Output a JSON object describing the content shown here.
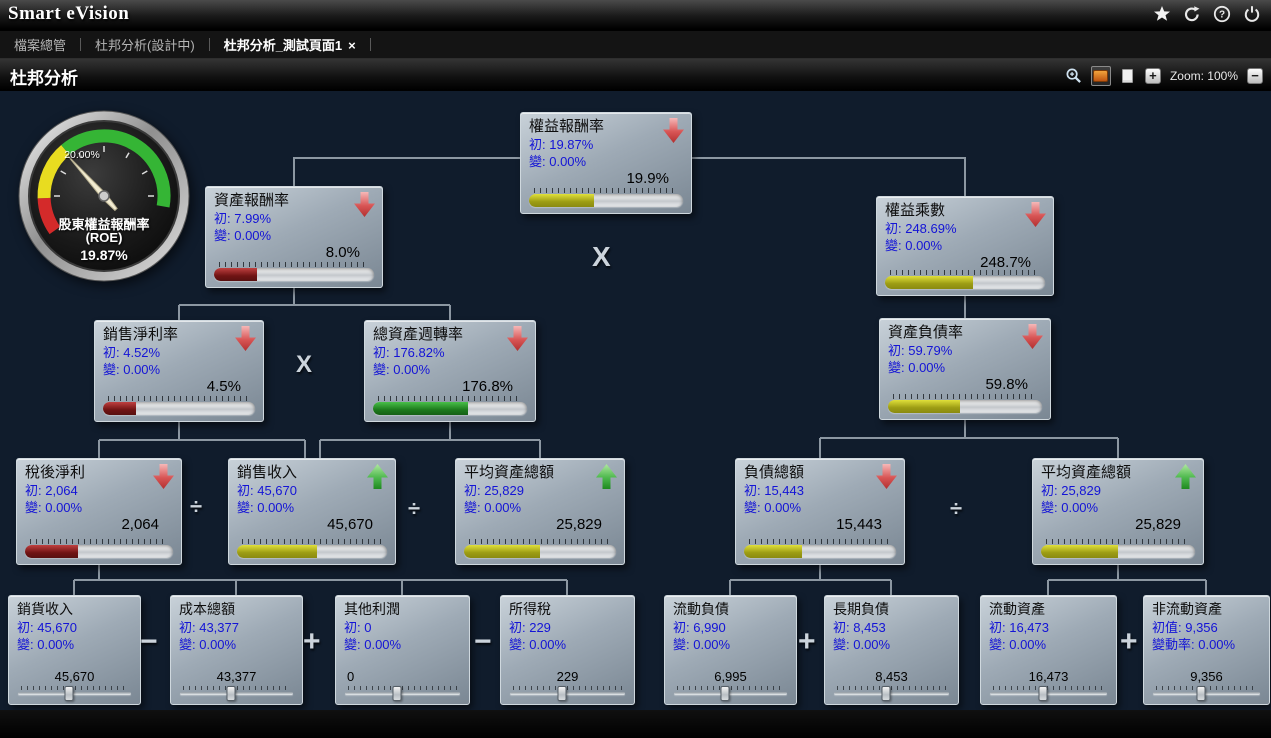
{
  "titlebar": {
    "app_title": "Smart eVision"
  },
  "tabbar": {
    "tabs": [
      {
        "label": "檔案總管"
      },
      {
        "label": "杜邦分析(設計中)"
      },
      {
        "label": "杜邦分析_測試頁面1",
        "close_glyph": "×"
      }
    ]
  },
  "page_header": {
    "title": "杜邦分析",
    "zoom_in": "+",
    "zoom_label": "Zoom: 100%",
    "zoom_out": "−"
  },
  "gauge": {
    "tick_label": "20.00%",
    "title": "股東權益報酬率",
    "subtitle": "(ROE)",
    "value": "19.87%"
  },
  "operators": {
    "multiply": "X",
    "divide": "÷",
    "minus": "−",
    "plus": "+"
  },
  "cards": {
    "roe": {
      "title": "權益報酬率",
      "init": "初: 19.87%",
      "chg": "變: 0.00%",
      "value": "19.9%",
      "trend": "down",
      "bar_pct": 42,
      "bar_level": "yellow"
    },
    "roa": {
      "title": "資產報酬率",
      "init": "初: 7.99%",
      "chg": "變: 0.00%",
      "value": "8.0%",
      "trend": "down",
      "bar_pct": 27,
      "bar_level": "red"
    },
    "equity_multiplier": {
      "title": "權益乘數",
      "init": "初: 248.69%",
      "chg": "變: 0.00%",
      "value": "248.7%",
      "trend": "down",
      "bar_pct": 55,
      "bar_level": "yellow"
    },
    "net_margin": {
      "title": "銷售淨利率",
      "init": "初: 4.52%",
      "chg": "變: 0.00%",
      "value": "4.5%",
      "trend": "down",
      "bar_pct": 22,
      "bar_level": "red"
    },
    "asset_turnover": {
      "title": "總資產週轉率",
      "init": "初: 176.82%",
      "chg": "變: 0.00%",
      "value": "176.8%",
      "trend": "down",
      "bar_pct": 62,
      "bar_level": "green"
    },
    "debt_ratio": {
      "title": "資產負債率",
      "init": "初: 59.79%",
      "chg": "變: 0.00%",
      "value": "59.8%",
      "trend": "down",
      "bar_pct": 47,
      "bar_level": "yellow"
    },
    "net_profit": {
      "title": "稅後淨利",
      "init": "初: 2,064",
      "chg": "變: 0.00%",
      "value": "2,064",
      "trend": "down",
      "bar_pct": 36,
      "bar_level": "red"
    },
    "sales_revenue": {
      "title": "銷售收入",
      "init": "初: 45,670",
      "chg": "變: 0.00%",
      "value": "45,670",
      "trend": "up",
      "bar_pct": 53,
      "bar_level": "yellow"
    },
    "avg_assets_left": {
      "title": "平均資產總額",
      "init": "初: 25,829",
      "chg": "變: 0.00%",
      "value": "25,829",
      "trend": "up",
      "bar_pct": 50,
      "bar_level": "yellow"
    },
    "total_liabilities": {
      "title": "負債總額",
      "init": "初: 15,443",
      "chg": "變: 0.00%",
      "value": "15,443",
      "trend": "down",
      "bar_pct": 38,
      "bar_level": "yellow"
    },
    "avg_assets_right": {
      "title": "平均資產總額",
      "init": "初: 25,829",
      "chg": "變: 0.00%",
      "value": "25,829",
      "trend": "up",
      "bar_pct": 50,
      "bar_level": "yellow"
    },
    "sales_income": {
      "title": "銷貨收入",
      "init": "初: 45,670",
      "chg": "變: 0.00%",
      "value": "45,670",
      "thumb_pct": 45
    },
    "total_cost": {
      "title": "成本總額",
      "init": "初: 43,377",
      "chg": "變: 0.00%",
      "value": "43,377",
      "thumb_pct": 45
    },
    "other_profit": {
      "title": "其他利潤",
      "init": "初: 0",
      "chg": "變: 0.00%",
      "value": "0",
      "thumb_pct": 45
    },
    "income_tax": {
      "title": "所得稅",
      "init": "初: 229",
      "chg": "變: 0.00%",
      "value": "229",
      "thumb_pct": 45
    },
    "current_liabilities": {
      "title": "流動負債",
      "init": "初: 6,990",
      "chg": "變: 0.00%",
      "value": "6,995",
      "thumb_pct": 45
    },
    "longterm_liabilities": {
      "title": "長期負債",
      "init": "初: 8,453",
      "chg": "變: 0.00%",
      "value": "8,453",
      "thumb_pct": 45
    },
    "current_assets": {
      "title": "流動資產",
      "init": "初: 16,473",
      "chg": "變: 0.00%",
      "value": "16,473",
      "thumb_pct": 45
    },
    "noncurrent_assets": {
      "title": "非流動資產",
      "init": "初值: 9,356",
      "chg": "變動率: 0.00%",
      "value": "9,356",
      "thumb_pct": 45
    }
  }
}
